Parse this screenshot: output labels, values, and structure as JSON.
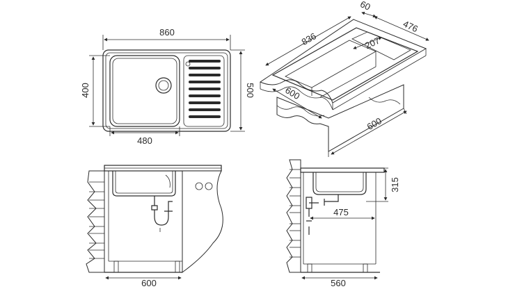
{
  "top_view": {
    "overall_width": "860",
    "overall_depth": "500",
    "bowl_depth": "400",
    "bowl_width": "480"
  },
  "iso_view": {
    "lip": "60",
    "depth": "476",
    "length": "836",
    "drainer": "207",
    "cabinet_front": "600",
    "cabinet_depth": "600"
  },
  "front_section": {
    "cabinet_width": "600"
  },
  "side_section": {
    "bowl_height": "315",
    "outlet_offset": "475",
    "cabinet_depth": "560"
  }
}
